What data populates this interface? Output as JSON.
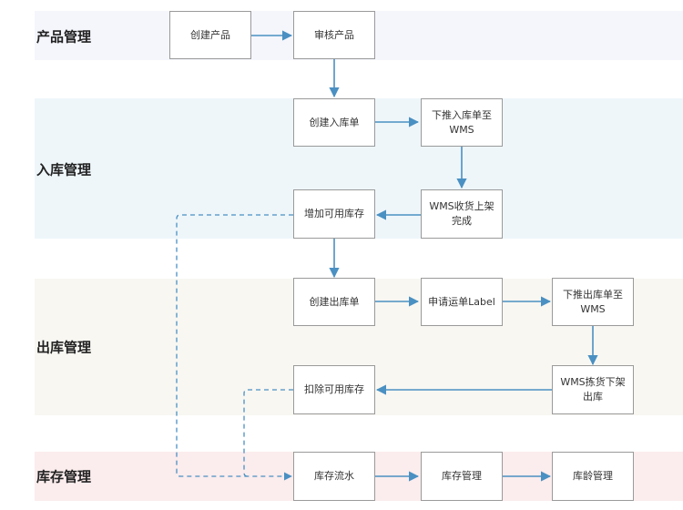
{
  "lanes": {
    "product": {
      "label": "产品管理",
      "color": "#f4f6fc"
    },
    "inbound": {
      "label": "入库管理",
      "color": "#eef6fa"
    },
    "outbound": {
      "label": "出库管理",
      "color": "#f8f7f2"
    },
    "inventory": {
      "label": "库存管理",
      "color": "#fbeced"
    }
  },
  "nodes": {
    "create_product": "创建产品",
    "review_product": "审核产品",
    "create_inbound_order": "创建入库单",
    "push_inbound_to_wms": "下推入库单至\nWMS",
    "wms_receive_shelve": "WMS收货上架\n完成",
    "add_available_stock": "增加可用库存",
    "create_outbound_order": "创建出库单",
    "request_waybill_label": "申请运单Label",
    "push_outbound_to_wms": "下推出库单至\nWMS",
    "wms_pick_ship": "WMS拣货下架\n出库",
    "deduct_available_stock": "扣除可用库存",
    "inventory_ledger": "库存流水",
    "inventory_management": "库存管理",
    "stock_age_management": "库龄管理"
  },
  "colors": {
    "arrow": "#4a90c2",
    "dashed": "#4a90c2",
    "border": "#9a9a9a"
  }
}
